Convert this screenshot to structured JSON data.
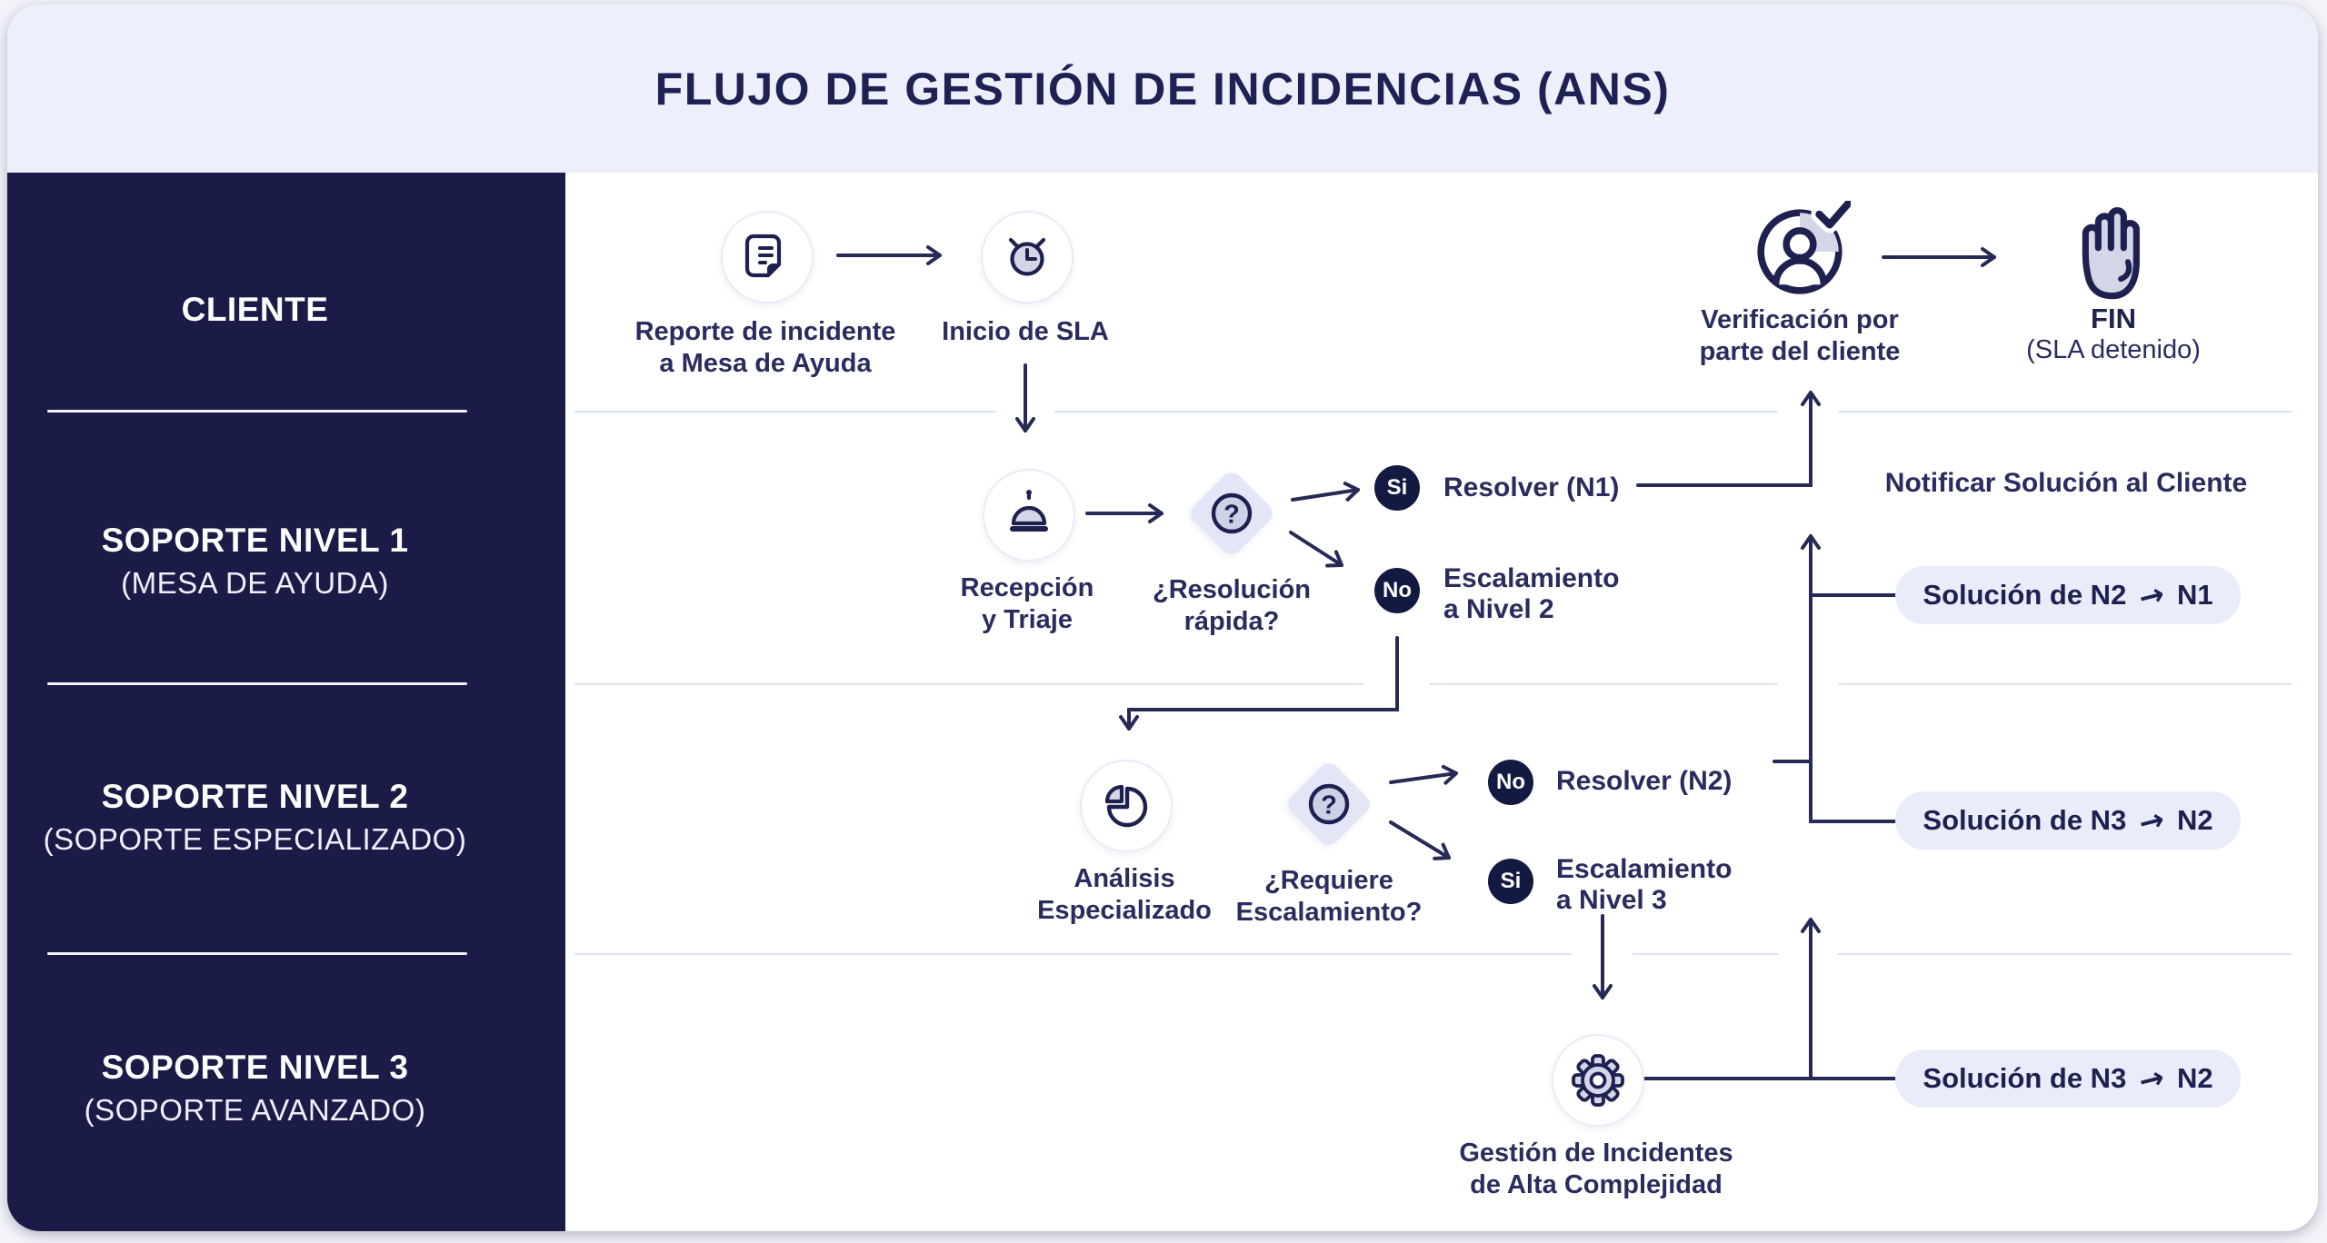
{
  "title": "FLUJO DE GESTIÓN DE INCIDENCIAS (ANS)",
  "colors": {
    "sidebar_navy": "#1a1b47",
    "ink_navy": "#2a2c5e",
    "badge_navy": "#131a42",
    "header_lavender": "#edeffa",
    "pill_lavender": "#e9ecf9",
    "diamond_lavender": "#e2e6f6",
    "icon_gray": "#d3d6e6",
    "lane_line": "#dfe3f2",
    "connector": "#262a55"
  },
  "sidebar": {
    "lanes": [
      {
        "label": "CLIENTE",
        "sublabel": ""
      },
      {
        "label": "SOPORTE NIVEL 1",
        "sublabel": "(MESA DE AYUDA)"
      },
      {
        "label": "SOPORTE NIVEL 2",
        "sublabel": "(SOPORTE ESPECIALIZADO)"
      },
      {
        "label": "SOPORTE NIVEL 3",
        "sublabel": "(SOPORTE AVANZADO)"
      }
    ]
  },
  "flow": {
    "reporte_line1": "Reporte de incidente",
    "reporte_line2": "a Mesa de Ayuda",
    "inicio_sla": "Inicio de SLA",
    "verificacion_line1": "Verificación por",
    "verificacion_line2": "parte del cliente",
    "fin": "FIN",
    "fin_sub": "(SLA detenido)",
    "recepcion_line1": "Recepción",
    "recepcion_line2": "y Triaje",
    "resolucion_line1": "¿Resolución",
    "resolucion_line2": "rápida?",
    "si": "Si",
    "no": "No",
    "resolver_n1": "Resolver (N1)",
    "escalamiento_n2_line1": "Escalamiento",
    "escalamiento_n2_line2": "a Nivel 2",
    "notificar": "Notificar Solución al Cliente",
    "analisis_line1": "Análisis",
    "analisis_line2": "Especializado",
    "requiere_line1": "¿Requiere",
    "requiere_line2": "Escalamiento?",
    "resolver_n2": "Resolver (N2)",
    "escalamiento_n3_line1": "Escalamiento",
    "escalamiento_n3_line2": "a Nivel 3",
    "gestion_line1": "Gestión de Incidentes",
    "gestion_line2": "de Alta Complejidad",
    "question_mark": "?",
    "pills": [
      {
        "from": "Solución de N2",
        "arrow": "→",
        "to": "N1"
      },
      {
        "from": "Solución de N3",
        "arrow": "→",
        "to": "N2"
      },
      {
        "from": "Solución de N3",
        "arrow": "→",
        "to": "N2"
      }
    ]
  }
}
